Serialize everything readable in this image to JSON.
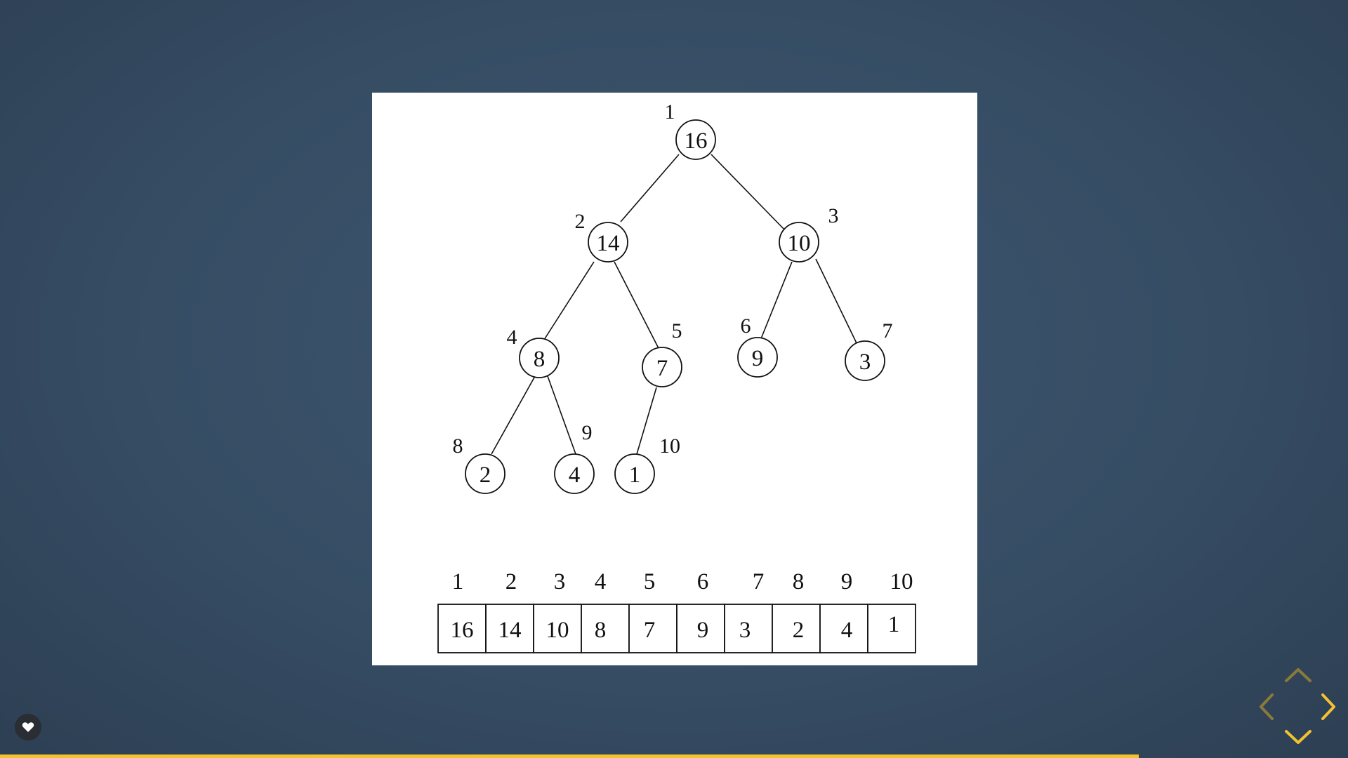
{
  "heap": {
    "nodes": [
      {
        "index": "1",
        "value": "16"
      },
      {
        "index": "2",
        "value": "14"
      },
      {
        "index": "3",
        "value": "10"
      },
      {
        "index": "4",
        "value": "8"
      },
      {
        "index": "5",
        "value": "7"
      },
      {
        "index": "6",
        "value": "9"
      },
      {
        "index": "7",
        "value": "3"
      },
      {
        "index": "8",
        "value": "2"
      },
      {
        "index": "9",
        "value": "4"
      },
      {
        "index": "10",
        "value": "1"
      }
    ],
    "array": {
      "indices": [
        "1",
        "2",
        "3",
        "4",
        "5",
        "6",
        "7",
        "8",
        "9",
        "10"
      ],
      "values": [
        "16",
        "14",
        "10",
        "8",
        "7",
        "9",
        "3",
        "2",
        "4",
        "1"
      ]
    }
  },
  "controls": {
    "like_icon": "heart-icon",
    "nav_icons": [
      "arrow-up-icon",
      "arrow-left-icon",
      "arrow-right-icon",
      "arrow-down-icon"
    ],
    "accent_color": "#f2c230",
    "disabled_color": "#8a7a3a"
  },
  "progress": {
    "fraction": 0.845
  }
}
